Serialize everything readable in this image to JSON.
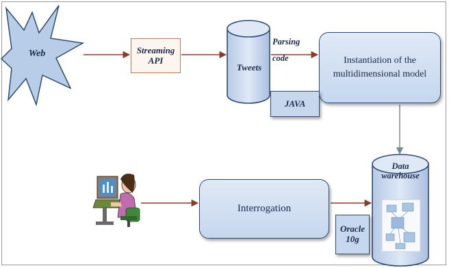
{
  "diagram": {
    "web_label": "Web",
    "streaming_api_label": "Streaming\nAPI",
    "tweets_label": "Tweets",
    "parsing_code_label": "Parsing\ncode",
    "instantiation_label": "Instantiation of the\nmultidimensional model",
    "java_label": "JAVA",
    "data_warehouse_label": "Data\nwarehouse",
    "interrogation_label": "Interrogation",
    "oracle_label": "Oracle\n10g"
  },
  "colors": {
    "web_fill": "#b8cde8",
    "box_fill": "#c6d7ee",
    "box_border": "#2e4a72",
    "arrow": "#8b3a2a",
    "arrow_down": "#7a8796",
    "text": "#1a2a4a"
  },
  "icons": {
    "user_at_computer": "user-at-computer-icon",
    "schema_thumbnail": "schema-diagram-icon"
  }
}
